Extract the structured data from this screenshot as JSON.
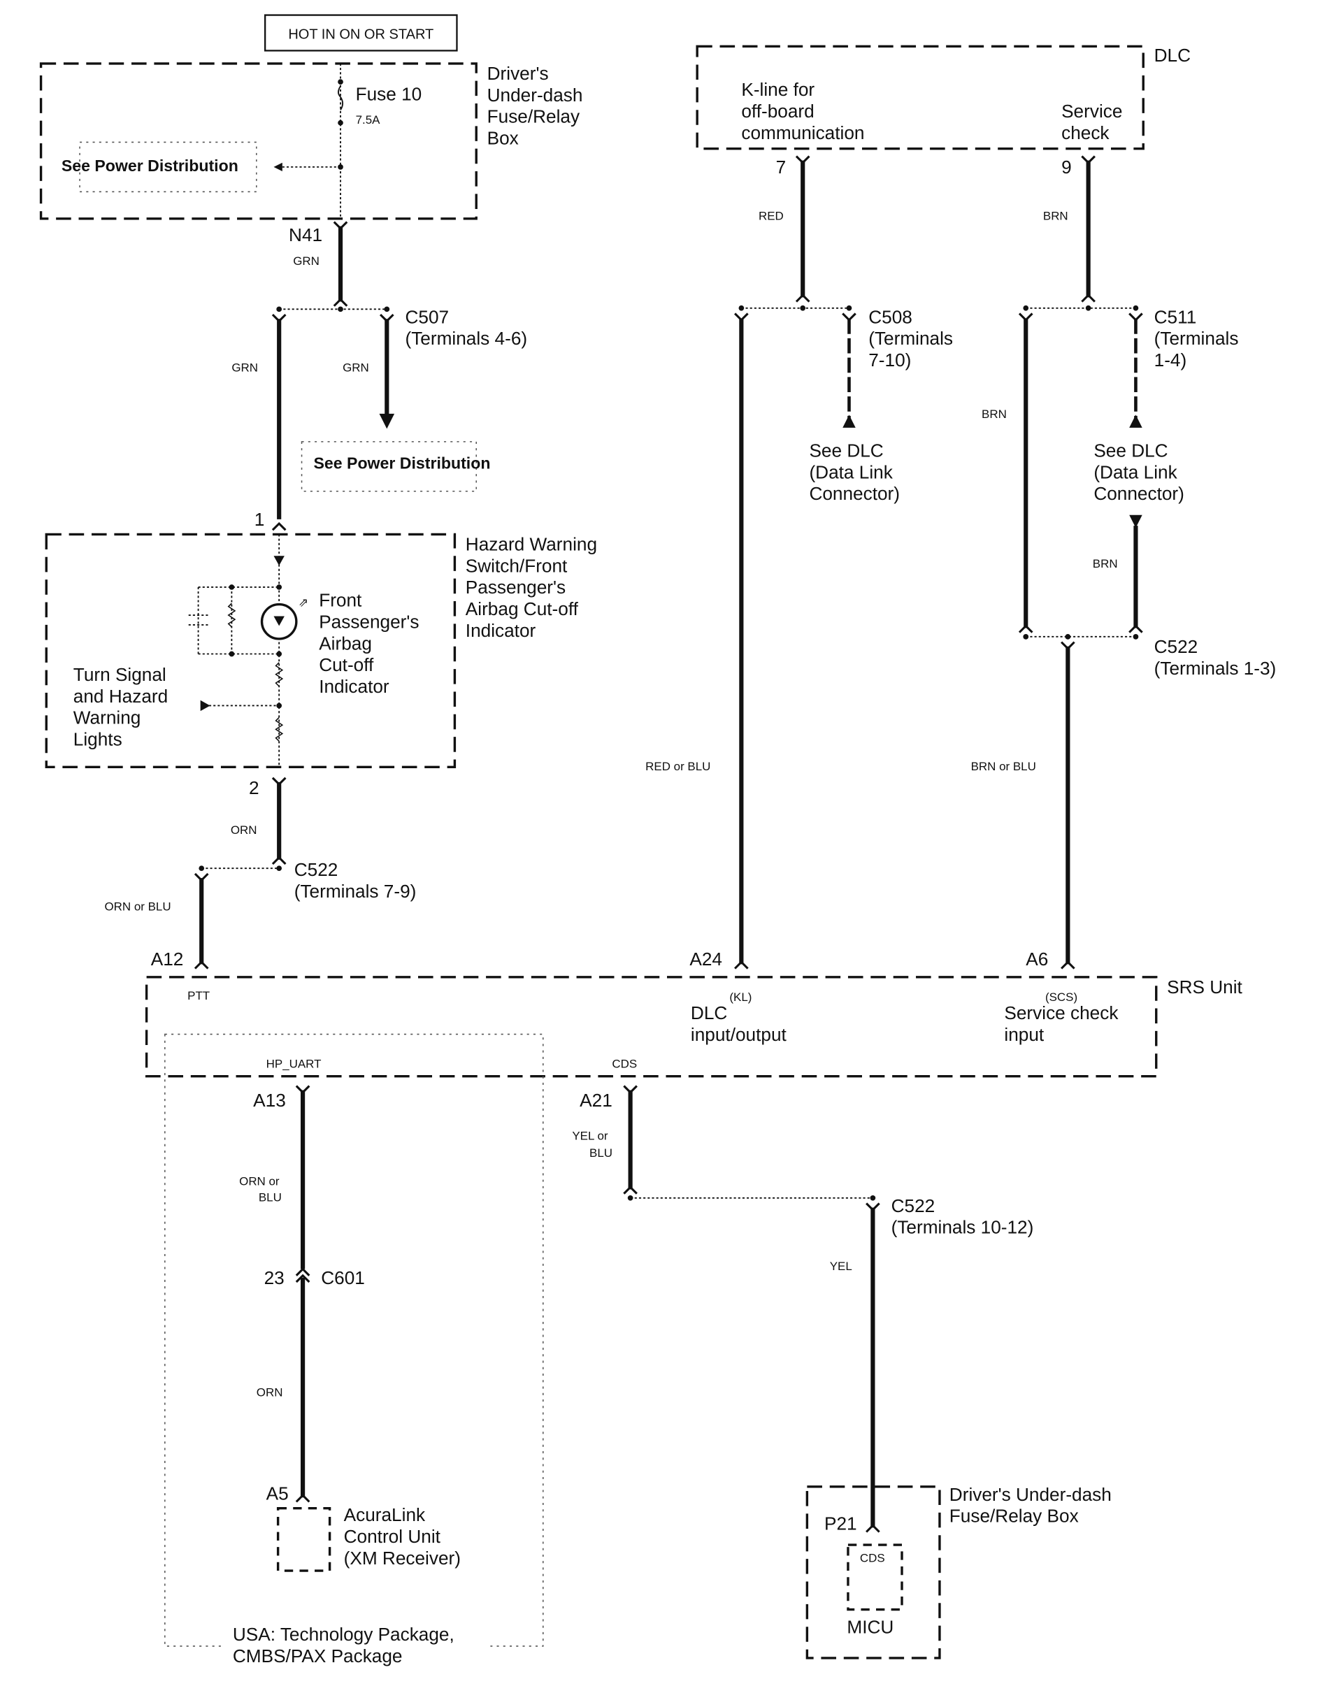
{
  "title_box": "HOT IN ON OR START",
  "components": {
    "fuse_box_top": {
      "label": [
        "Driver's",
        "Under-dash",
        "Fuse/Relay",
        "Box"
      ],
      "fuse_name": "Fuse 10",
      "fuse_rating": "7.5A",
      "see_power": "See Power Distribution"
    },
    "dlc": {
      "label": "DLC",
      "kline": [
        "K-line for",
        "off-board",
        "communication"
      ],
      "service": [
        "Service",
        "check"
      ],
      "pin_kline": "7",
      "pin_service": "9"
    },
    "hazard_switch": {
      "label": [
        "Hazard Warning",
        "Switch/Front",
        "Passenger's",
        "Airbag Cut-off",
        "Indicator"
      ],
      "indicator": [
        "Front",
        "Passenger's",
        "Airbag",
        "Cut-off",
        "Indicator"
      ],
      "turn_signal": [
        "Turn Signal",
        "and Hazard",
        "Warning",
        "Lights"
      ],
      "pin_in": "1",
      "pin_out": "2"
    },
    "srs_unit": {
      "label": "SRS Unit",
      "ptt": "PTT",
      "kl": "(KL)",
      "dlc_io": [
        "DLC",
        "input/output"
      ],
      "scs": "(SCS)",
      "service_input": [
        "Service check",
        "input"
      ],
      "hp_uart": "HP_UART",
      "cds": "CDS",
      "pins": {
        "a12": "A12",
        "a24": "A24",
        "a6": "A6",
        "a13": "A13",
        "a21": "A21"
      }
    },
    "acuralink": {
      "label": [
        "AcuraLink",
        "Control Unit",
        "(XM Receiver)"
      ],
      "pin": "A5"
    },
    "package_note": [
      "USA: Technology Package,",
      "CMBS/PAX Package"
    ],
    "micu_box": {
      "label": [
        "Driver's Under-dash",
        "Fuse/Relay Box"
      ],
      "pin": "P21",
      "cds": "CDS",
      "micu": "MICU"
    }
  },
  "connectors": {
    "n41": "N41",
    "c507": {
      "name": "C507",
      "terminals": "(Terminals 4-6)"
    },
    "c508": {
      "name": "C508",
      "terminals": [
        "(Terminals",
        "7-10)"
      ]
    },
    "c511": {
      "name": "C511",
      "terminals": [
        "(Terminals",
        "1-4)"
      ]
    },
    "c522_a": {
      "name": "C522",
      "terminals": "(Terminals 1-3)"
    },
    "c522_b": {
      "name": "C522",
      "terminals": "(Terminals 7-9)"
    },
    "c522_c": {
      "name": "C522",
      "terminals": "(Terminals 10-12)"
    },
    "c601": {
      "name": "C601",
      "pin": "23"
    }
  },
  "see_dlc": [
    "See DLC",
    "(Data Link",
    "Connector)"
  ],
  "see_power": "See Power Distribution",
  "wire_colors": {
    "n41": "GRN",
    "c507_left": "GRN",
    "c507_right": "GRN",
    "dlc7": "RED",
    "dlc9": "BRN",
    "c511_left": "BRN",
    "c511_lower": "BRN",
    "a24": "RED or BLU",
    "a6": "BRN or BLU",
    "orn": "ORN",
    "a12": "ORN or BLU",
    "a13": [
      "ORN or",
      "BLU"
    ],
    "c601_lower": "ORN",
    "a21": [
      "YEL or",
      "BLU"
    ],
    "yel": "YEL"
  }
}
